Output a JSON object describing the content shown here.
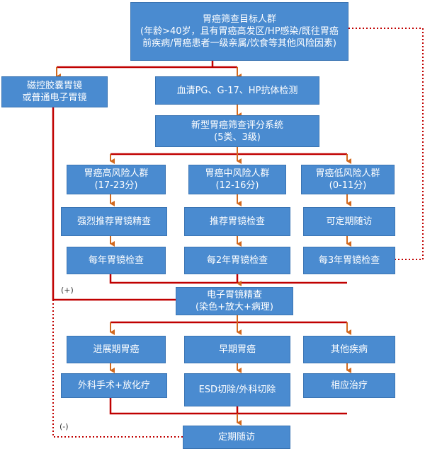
{
  "colors": {
    "box_fill": "#4a8bd0",
    "arrow": "#d2691e",
    "dotted": "#c00000",
    "line": "#c00000"
  },
  "nodes": {
    "target": "胃癌筛查目标人群\n(年龄>40岁，且有胃癌高发区/HP感染/既往胃癌前疾病/胃癌患者一级亲属/饮食等其他风险因素)",
    "capsule": "磁控胶囊胃镜\n或普通电子胃镜",
    "serum": "血清PG、G-17、HP抗体检测",
    "score": "新型胃癌筛查评分系统\n(5类、3级)",
    "high": "胃癌高风险人群\n(17-23分)",
    "mid": "胃癌中风险人群\n(12-16分)",
    "low": "胃癌低风险人群\n(0-11分)",
    "high_rec": "强烈推荐胃镜精查",
    "mid_rec": "推荐胃镜检查",
    "low_rec": "可定期随访",
    "high_freq": "每年胃镜检查",
    "mid_freq": "每2年胃镜检查",
    "low_freq": "每3年胃镜检查",
    "endoscopy": "电子胃镜精查\n(染色+放大+病理)",
    "advanced": "进展期胃癌",
    "early": "早期胃癌",
    "other": "其他疾病",
    "surgery": "外科手术+放化疗",
    "esd": "ESD切除/外科切除",
    "treat": "相应治疗",
    "follow": "定期随访"
  },
  "labels": {
    "positive": "(+)",
    "negative": "(-)"
  }
}
